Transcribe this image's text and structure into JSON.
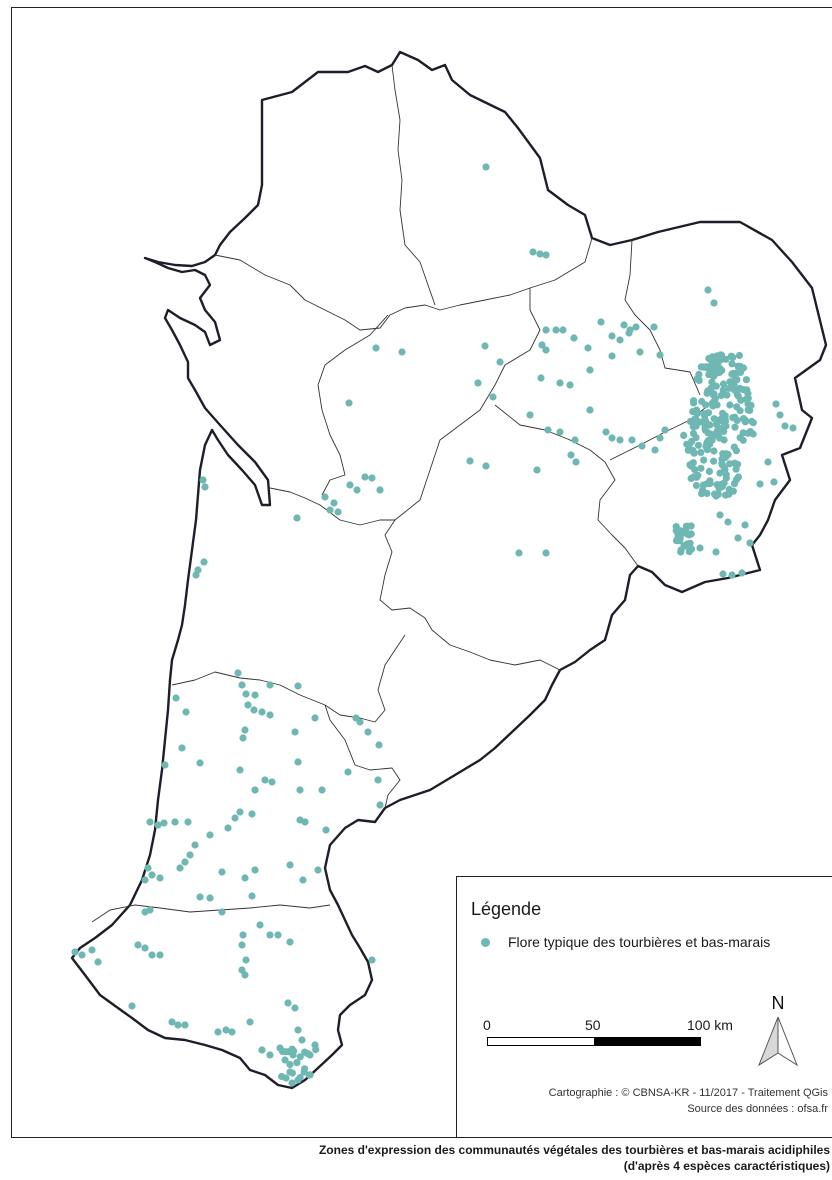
{
  "legend": {
    "title": "Légende",
    "items": [
      {
        "label": "Flore typique des tourbières et bas-marais",
        "color": "#6fb7b2",
        "symbol": "circle"
      }
    ]
  },
  "scale_bar": {
    "labels": [
      "0",
      "50",
      "100 km"
    ]
  },
  "north_arrow": {
    "label": "N"
  },
  "credits": {
    "cartography": "Cartographie : © CBNSA-KR - 11/2017 - Traitement QGis",
    "source": "Source des données : ofsa.fr"
  },
  "caption": {
    "line1": "Zones d'expression des communautés végétales des tourbières et bas-marais acidiphiles",
    "line2": "(d'après 4 espèces caractéristiques)"
  },
  "colors": {
    "points": "#6fb7b2",
    "region_outline": "#1e1e2a",
    "department_outline": "#333333"
  }
}
